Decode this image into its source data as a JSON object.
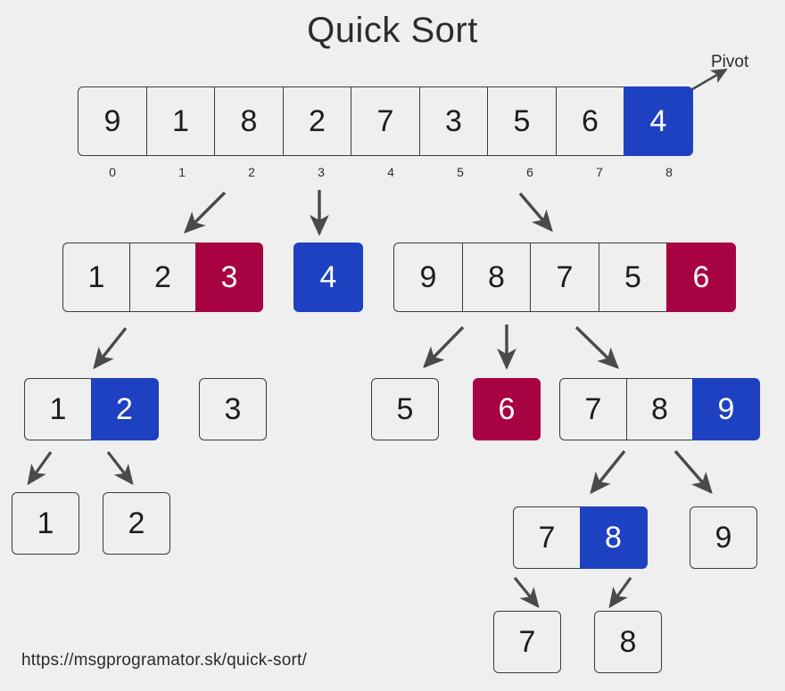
{
  "page": {
    "title": "Quick Sort",
    "footer_url": "https://msgprogramator.sk/quick-sort/",
    "background_color": "#efefef"
  },
  "colors": {
    "pivot_blue": "#1d41c0",
    "pivot_red": "#a70342",
    "cell_fill": "#efefef",
    "cell_border": "#3b3b3b",
    "arrow": "#4a4a4a",
    "text": "#1d1d1d"
  },
  "annotations": {
    "pivot_label": "Pivot"
  },
  "levels": [
    {
      "name": "level-0-root",
      "arrays": [
        {
          "name": "root-array",
          "values": [
            "9",
            "1",
            "8",
            "2",
            "7",
            "3",
            "5",
            "6",
            "4"
          ],
          "highlights": [
            "none",
            "none",
            "none",
            "none",
            "none",
            "none",
            "none",
            "none",
            "blue"
          ],
          "indices": [
            "0",
            "1",
            "2",
            "3",
            "4",
            "5",
            "6",
            "7",
            "8"
          ]
        }
      ]
    },
    {
      "name": "level-1",
      "arrays": [
        {
          "name": "left-partition",
          "values": [
            "1",
            "2",
            "3"
          ],
          "highlights": [
            "none",
            "none",
            "red"
          ],
          "indices": []
        },
        {
          "name": "pivot-partition",
          "values": [
            "4"
          ],
          "highlights": [
            "blue"
          ],
          "indices": []
        },
        {
          "name": "right-partition",
          "values": [
            "9",
            "8",
            "7",
            "5",
            "6"
          ],
          "highlights": [
            "none",
            "none",
            "none",
            "none",
            "red"
          ],
          "indices": []
        }
      ]
    },
    {
      "name": "level-2",
      "arrays": [
        {
          "name": "left-left-partition",
          "values": [
            "1",
            "2"
          ],
          "highlights": [
            "none",
            "blue"
          ],
          "indices": []
        },
        {
          "name": "left-pivot-partition",
          "values": [
            "3"
          ],
          "highlights": [
            "none"
          ],
          "indices": []
        },
        {
          "name": "right-left-partition",
          "values": [
            "5"
          ],
          "highlights": [
            "none"
          ],
          "indices": []
        },
        {
          "name": "right-pivot-partition",
          "values": [
            "6"
          ],
          "highlights": [
            "red"
          ],
          "indices": []
        },
        {
          "name": "right-right-partition",
          "values": [
            "7",
            "8",
            "9"
          ],
          "highlights": [
            "none",
            "none",
            "blue"
          ],
          "indices": []
        }
      ]
    },
    {
      "name": "level-3",
      "arrays": [
        {
          "name": "leaf-one",
          "values": [
            "1"
          ],
          "highlights": [
            "none"
          ],
          "indices": []
        },
        {
          "name": "leaf-two",
          "values": [
            "2"
          ],
          "highlights": [
            "none"
          ],
          "indices": []
        },
        {
          "name": "right-sub-partition",
          "values": [
            "7",
            "8"
          ],
          "highlights": [
            "none",
            "blue"
          ],
          "indices": []
        },
        {
          "name": "leaf-nine",
          "values": [
            "9"
          ],
          "highlights": [
            "none"
          ],
          "indices": []
        }
      ]
    },
    {
      "name": "level-4",
      "arrays": [
        {
          "name": "leaf-seven",
          "values": [
            "7"
          ],
          "highlights": [
            "none"
          ],
          "indices": []
        },
        {
          "name": "leaf-eight",
          "values": [
            "8"
          ],
          "highlights": [
            "none"
          ],
          "indices": []
        }
      ]
    }
  ]
}
